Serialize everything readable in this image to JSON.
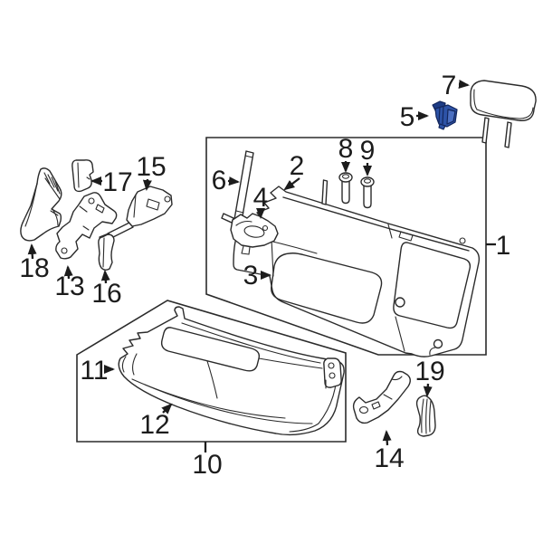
{
  "colors": {
    "background": "#ffffff",
    "line": "#2b2b2b",
    "label": "#1c1c1c",
    "highlight_fill": "#2d53a7",
    "highlight_light": "#4b6fc1",
    "highlight_dark": "#1d3c85",
    "highlight_stroke": "#13265c"
  },
  "callouts": {
    "c1": "1",
    "c2": "2",
    "c3": "3",
    "c4": "4",
    "c5": "5",
    "c6": "6",
    "c7": "7",
    "c8": "8",
    "c9": "9",
    "c10": "10",
    "c11": "11",
    "c12": "12",
    "c13": "13",
    "c14": "14",
    "c15": "15",
    "c16": "16",
    "c17": "17",
    "c18": "18",
    "c19": "19"
  }
}
